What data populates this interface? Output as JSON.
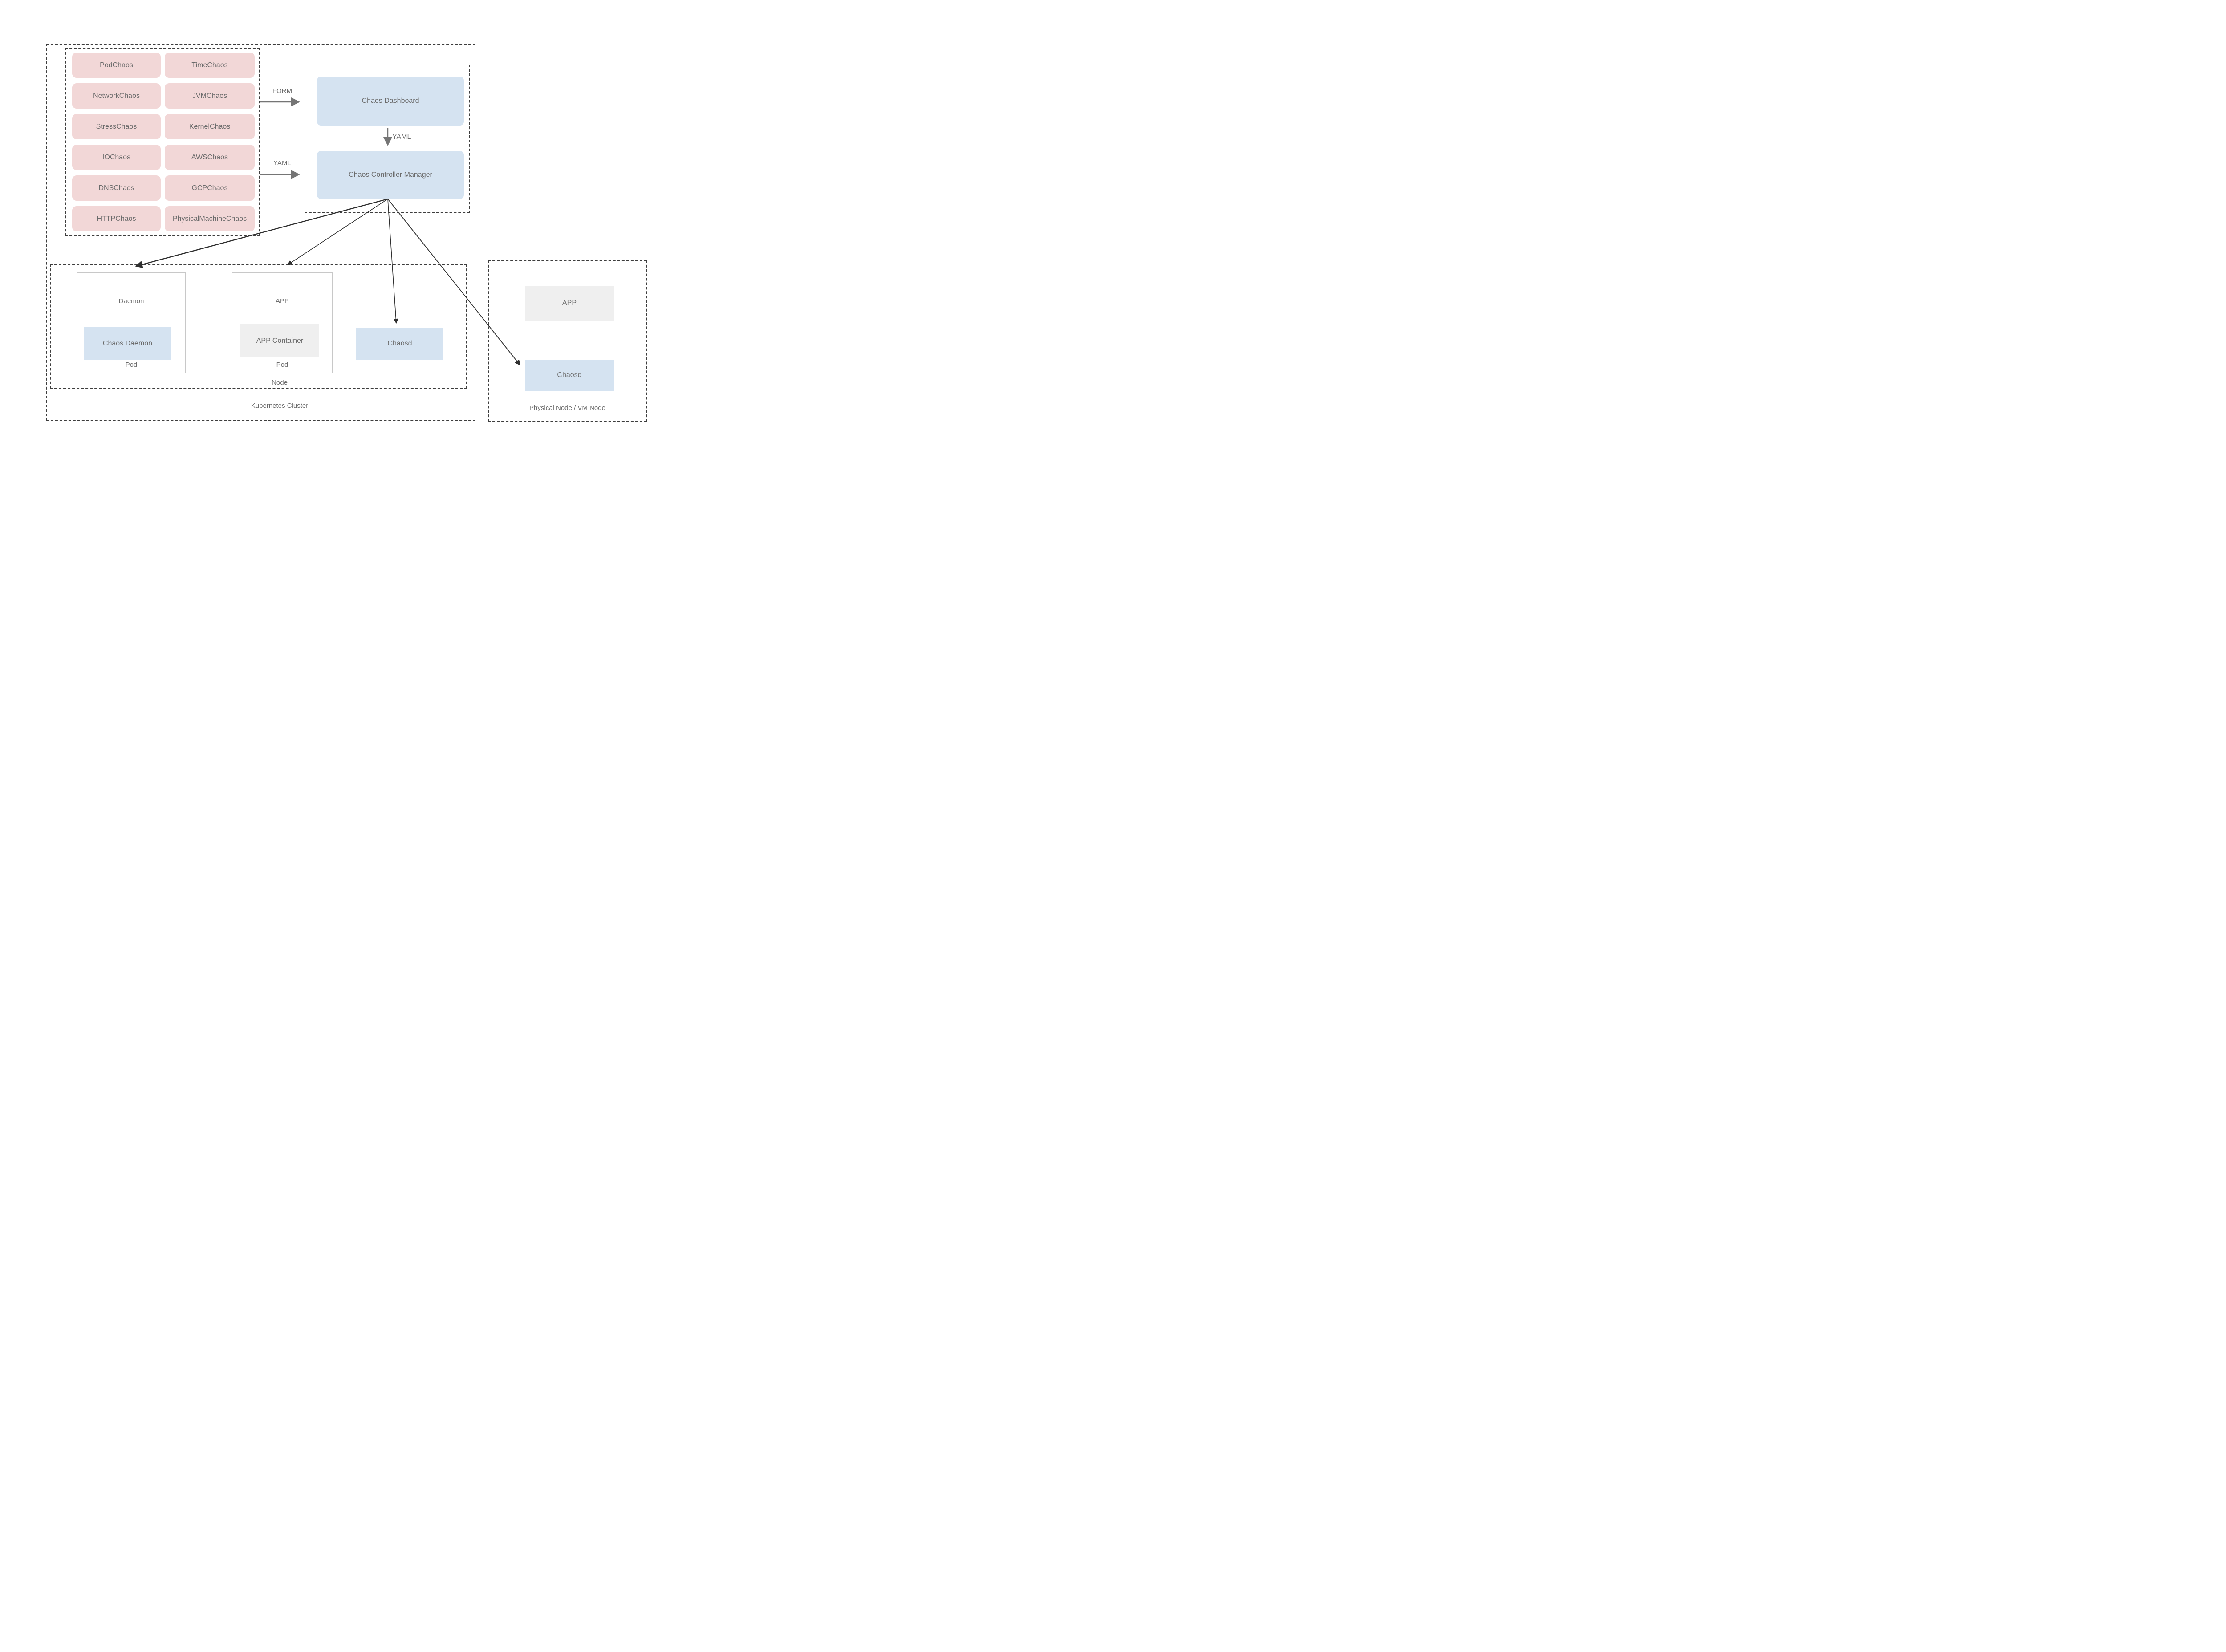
{
  "diagram": {
    "chaos_types": [
      "PodChaos",
      "TimeChaos",
      "NetworkChaos",
      "JVMChaos",
      "StressChaos",
      "KernelChaos",
      "IOChaos",
      "AWSChaos",
      "DNSChaos",
      "GCPChaos",
      "HTTPChaos",
      "PhysicalMachineChaos"
    ],
    "arrows": {
      "form_label": "FORM",
      "yaml_label": "YAML",
      "yaml_down_label": "YAML"
    },
    "control_plane": {
      "dashboard": "Chaos Dashboard",
      "controller": "Chaos Controller Manager"
    },
    "node": {
      "daemon_pod": {
        "title": "Daemon",
        "box": "Chaos Daemon",
        "footer": "Pod"
      },
      "app_pod": {
        "title": "APP",
        "box": "APP Container",
        "footer": "Pod"
      },
      "chaosd": "Chaosd",
      "label": "Node"
    },
    "cluster_label": "Kubernetes Cluster",
    "physical": {
      "app": "APP",
      "chaosd": "Chaosd",
      "label": "Physical Node / VM Node"
    },
    "colors": {
      "pink": "#F2D7D7",
      "blue": "#D5E3F1",
      "gray": "#EFEFEF",
      "text": "#6B6B6B",
      "line": "#3D3D3D",
      "pod_border": "#C8C8C8",
      "arrow_gray": "#757575",
      "arrow_dark": "#2F2F2F"
    }
  }
}
